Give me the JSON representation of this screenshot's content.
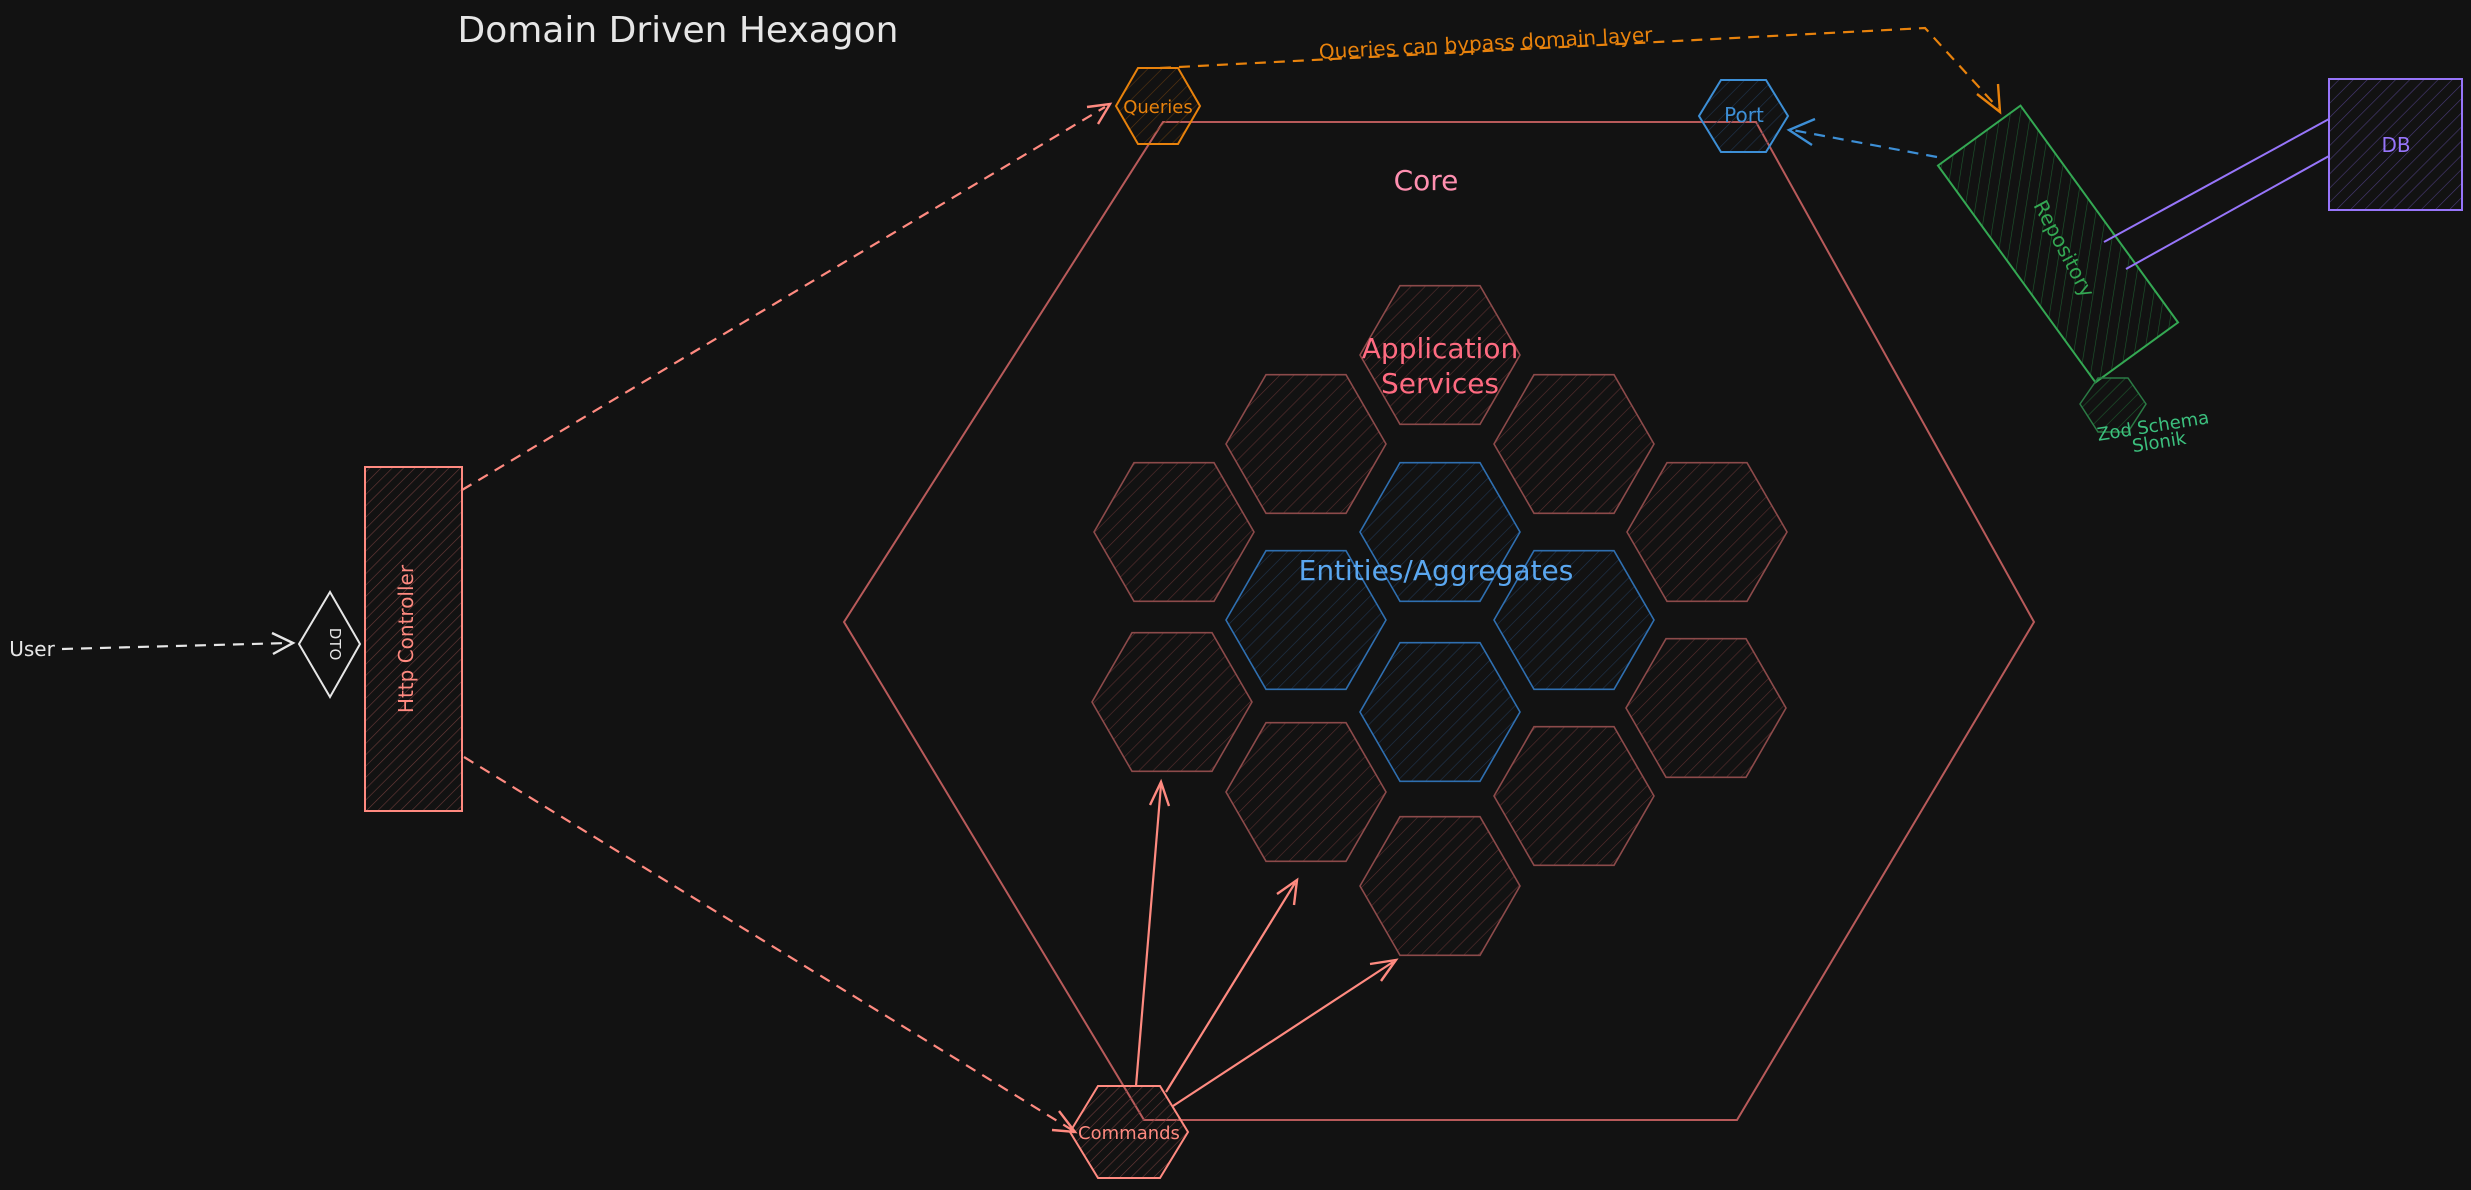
{
  "title": "Domain Driven Hexagon",
  "colors": {
    "background": "#121212",
    "core": "#e06c75",
    "core_fill": "#1c1616",
    "salmon": "#ff8a80",
    "orange": "#e8820c",
    "blue": "#3d8fd6",
    "entity_text": "#5aa7f0",
    "green": "#34a853",
    "purple": "#9775fa",
    "white": "#e6e6e6"
  },
  "labels": {
    "core": "Core",
    "application_services_line1": "Application",
    "application_services_line2": "Services",
    "entities": "Entities/Aggregates",
    "queries": "Queries",
    "commands": "Commands",
    "port": "Port",
    "repository": "Repository",
    "db": "DB",
    "http_controller": "Http Controller",
    "dto": "DTO",
    "user": "User",
    "bypass_note": "Queries can bypass domain layer",
    "zod_schema": "Zod Schema",
    "slonik": "Slonik"
  }
}
